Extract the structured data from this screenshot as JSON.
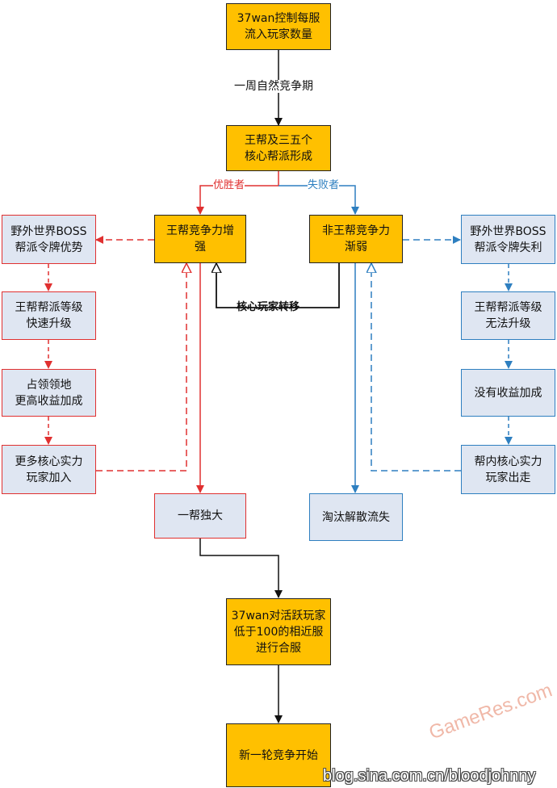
{
  "nodes": {
    "n1": "37wan控制每服\n流入玩家数量",
    "n2": "王帮及三五个\n核心帮派形成",
    "n3": "王帮竞争力增\n强",
    "n4": "非王帮竞争力\n渐弱",
    "l1": "野外世界BOSS\n帮派令牌优势",
    "l2": "王帮帮派等级\n快速升级",
    "l3": "占领领地\n更高收益加成",
    "l4": "更多核心实力\n玩家加入",
    "r1": "野外世界BOSS\n帮派令牌失利",
    "r2": "王帮帮派等级\n无法升级",
    "r3": "没有收益加成",
    "r4": "帮内核心实力\n玩家出走",
    "d1": "一帮独大",
    "d2": "淘汰解散流失",
    "m1": "37wan对活跃玩家\n低于100的相近服\n进行合服",
    "m2": "新一轮竞争开始"
  },
  "edge_labels": {
    "period": "一周自然竞争期",
    "winner": "优胜者",
    "loser": "失败者",
    "transfer": "核心玩家转移"
  },
  "watermark": {
    "brand": "GameRes.com",
    "url": "blog.sina.com.cn/bloodjohnny"
  },
  "colors": {
    "yellow_box": "#ffc000",
    "light_box": "#dfe6f2",
    "red_line": "#e03030",
    "blue_line": "#2e7fc0",
    "black_line": "#111111"
  }
}
